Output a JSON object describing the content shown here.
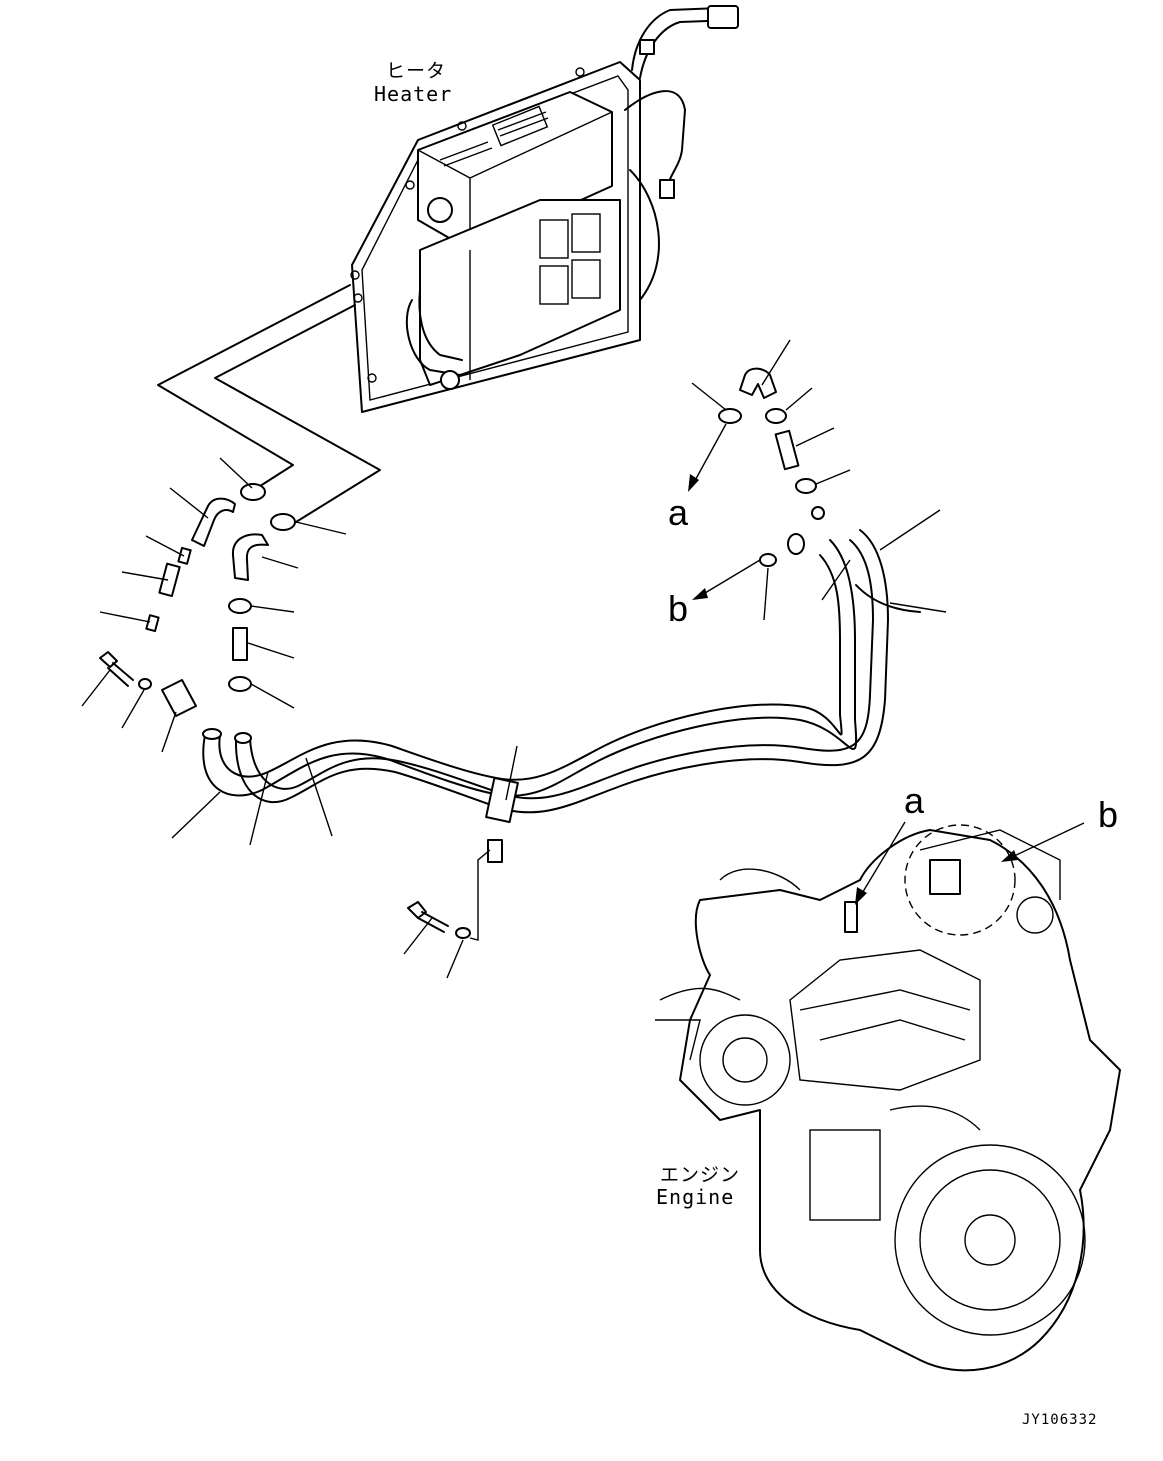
{
  "heater": {
    "label_ja": "ヒータ",
    "label_en": "Heater"
  },
  "engine": {
    "label_ja": "エンジン",
    "label_en": "Engine"
  },
  "refs": {
    "a_left": "a",
    "b_left": "b",
    "a_engine": "a",
    "b_engine": "b"
  },
  "drawing_code": "JY106332"
}
